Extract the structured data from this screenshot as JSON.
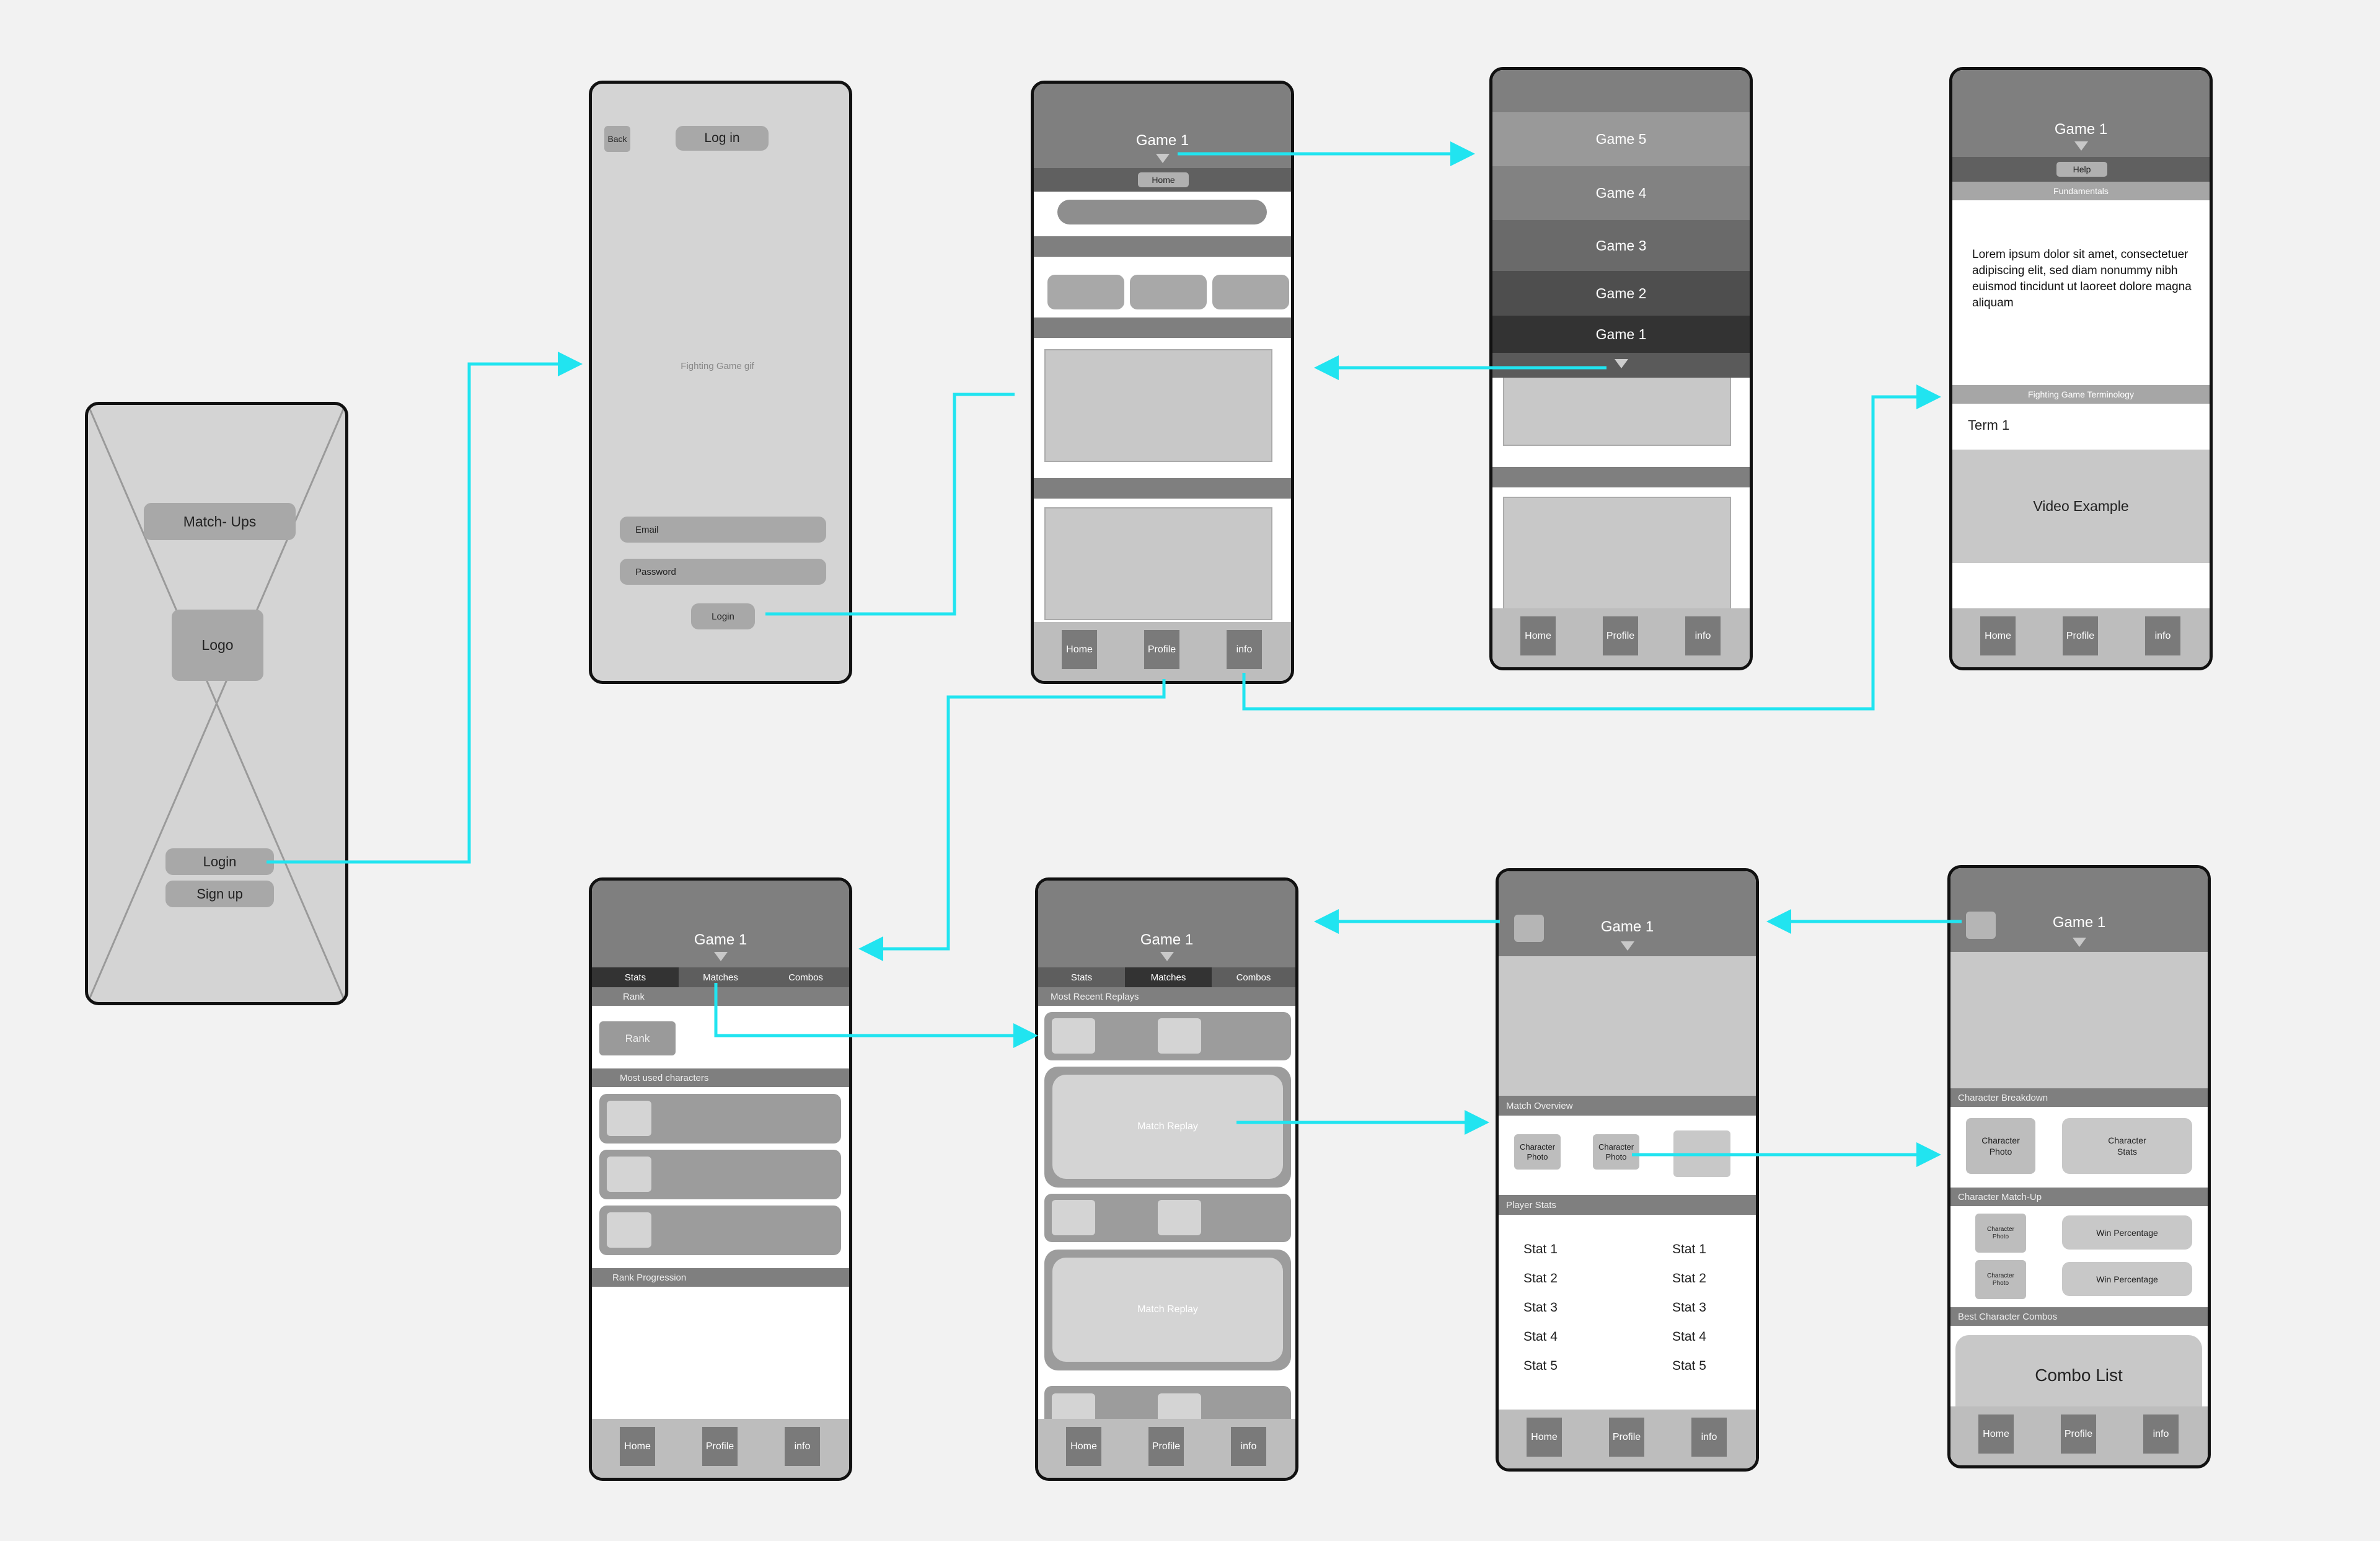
{
  "nav": {
    "home": "Home",
    "profile": "Profile",
    "info": "info"
  },
  "splash": {
    "matchups": "Match- Ups",
    "logo": "Logo",
    "login": "Login",
    "signup": "Sign up"
  },
  "login": {
    "back": "Back",
    "title": "Log in",
    "gif": "Fighting Game gif",
    "email": "Email",
    "password": "Password",
    "button": "Login"
  },
  "home": {
    "title": "Game 1",
    "tab": "Home"
  },
  "game_select": {
    "items": [
      "Game 5",
      "Game 4",
      "Game 3",
      "Game 2",
      "Game 1"
    ]
  },
  "info": {
    "title": "Game 1",
    "help": "Help",
    "fundamentals": "Fundamentals",
    "lorem": "Lorem ipsum dolor sit amet, consectetuer adipiscing elit, sed diam nonummy nibh euismod tincidunt ut laoreet dolore magna aliquam",
    "terminology": "Fighting Game Terminology",
    "term": "Term 1",
    "video": "Video Example"
  },
  "profile_stats": {
    "title": "Game 1",
    "tabs": [
      "Stats",
      "Matches",
      "Combos"
    ],
    "rank_bar": "Rank",
    "rank_button": "Rank",
    "most_used": "Most used characters",
    "rank_progression": "Rank Progression"
  },
  "matches": {
    "title": "Game 1",
    "tabs": [
      "Stats",
      "Matches",
      "Combos"
    ],
    "recent": "Most Recent Replays",
    "replay": "Match Replay"
  },
  "match_detail": {
    "title": "Game 1",
    "overview": "Match Overview",
    "char_photo": "Character Photo",
    "player_stats": "Player Stats",
    "stats_left": [
      "Stat 1",
      "Stat 2",
      "Stat 3",
      "Stat 4",
      "Stat 5"
    ],
    "stats_right": [
      "Stat 1",
      "Stat 2",
      "Stat 3",
      "Stat 4",
      "Stat 5"
    ]
  },
  "character": {
    "title": "Game 1",
    "breakdown": "Character Breakdown",
    "char_photo": "Character Photo",
    "char_stats": "Character Stats",
    "matchup": "Character Match-Up",
    "win": "Win Percentage",
    "combos": "Best Character Combos",
    "combo_list": "Combo List"
  },
  "colors": {
    "flow_arrow": "#21e4f0",
    "header": "#7f7f7f",
    "placeholder": "#c8c8c8"
  }
}
